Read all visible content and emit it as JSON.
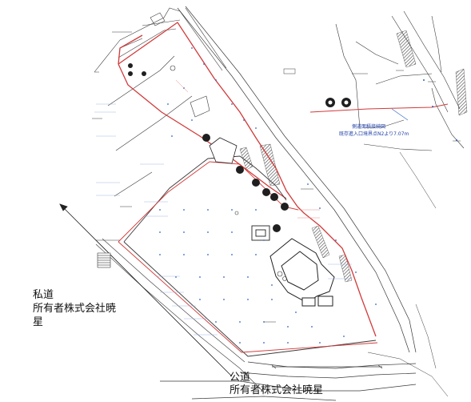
{
  "labels": {
    "private_road_line1": "私道",
    "private_road_line2": "所有者株式会社暁",
    "private_road_line3": "星",
    "public_road_line1": "公道",
    "public_road_line2": "所有者株式会社暁星"
  },
  "inset": {
    "note_line1": "側道面積接続図",
    "note_line2": "既存進入口境界点N2より7.07m"
  },
  "colors": {
    "boundary_red": "#d23a3a",
    "survey_blue": "#2a64c8",
    "linework": "#3a3a3a",
    "fence_hatch": "#444444"
  },
  "icons": {
    "tree": "tree-symbol-icon",
    "north_arrow": "arrow-icon"
  }
}
